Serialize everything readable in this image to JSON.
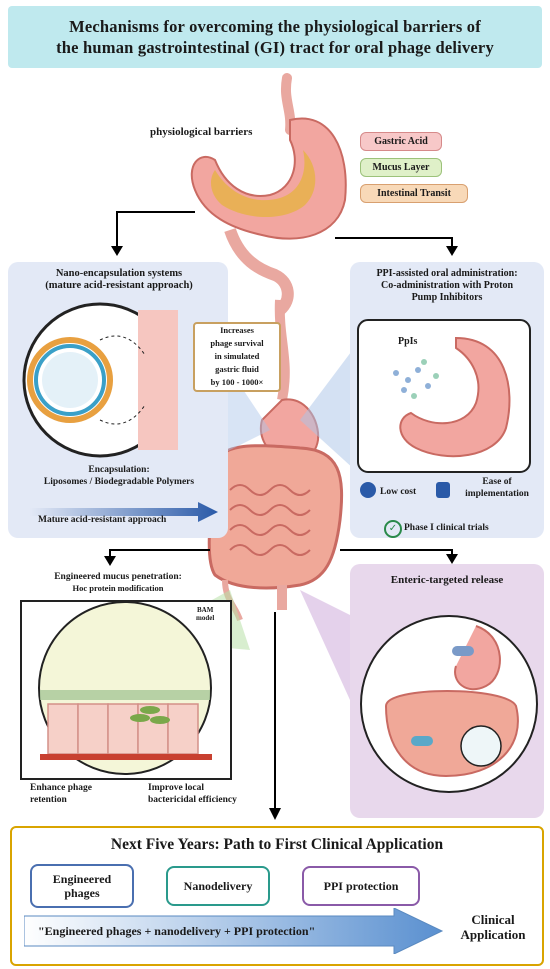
{
  "title": {
    "line1": "Mechanisms for overcoming the physiological barriers of",
    "line2": "the human gastrointestinal (GI) tract for oral phage delivery"
  },
  "barriers": {
    "heading": "physiological barriers",
    "items": [
      "Gastric Acid",
      "Mucus Layer",
      "Intestinal Transit"
    ],
    "colors": [
      "#f7c8c8",
      "#dff0c8",
      "#f8d9b8"
    ]
  },
  "nano": {
    "title_line1": "Nano-encapsulation systems",
    "title_line2": "(mature acid-resistant approach)",
    "callout_line1": "Increases",
    "callout_line2": "phage survival",
    "callout_line3": "in simulated",
    "callout_line4": "gastric fluid",
    "callout_line5": "by 100 - 1000×",
    "encap_line1": "Encapsulation:",
    "encap_line2": "Liposomes / Biodegradable Polymers",
    "arrow_label": "Mature acid-resistant approach"
  },
  "ppi": {
    "title_line1": "PPI-assisted oral administration:",
    "title_line2": "Co-administration with Proton",
    "title_line3": "Pump Inhibitors",
    "ppis_label": "PpIs",
    "low_cost": "Low cost",
    "ease_line1": "Ease of",
    "ease_line2": "implementation",
    "phase": "Phase I clinical trials"
  },
  "mucus": {
    "title_line1": "Engineered mucus penetration:",
    "title_line2": "Hoc protein modification",
    "bam_line1": "BAM",
    "bam_line2": "model",
    "enhance_line1": "Enhance phage",
    "enhance_line2": "retention",
    "improve_line1": "Improve local",
    "improve_line2": "bactericidal efficiency"
  },
  "enteric": {
    "title": "Enteric-targeted release"
  },
  "future": {
    "title": "Next Five Years: Path to First Clinical Application",
    "box1_line1": "Engineered",
    "box1_line2": "phages",
    "box2": "Nanodelivery",
    "box3": "PPI protection",
    "arrow_text": "\"Engineered phages + nanodelivery + PPI protection\"",
    "clinical_line1": "Clinical",
    "clinical_line2": "Application",
    "colors": {
      "box1": "#4a6fb0",
      "box2": "#2a9a8c",
      "box3": "#8a5aa8",
      "border": "#d9a400"
    }
  }
}
